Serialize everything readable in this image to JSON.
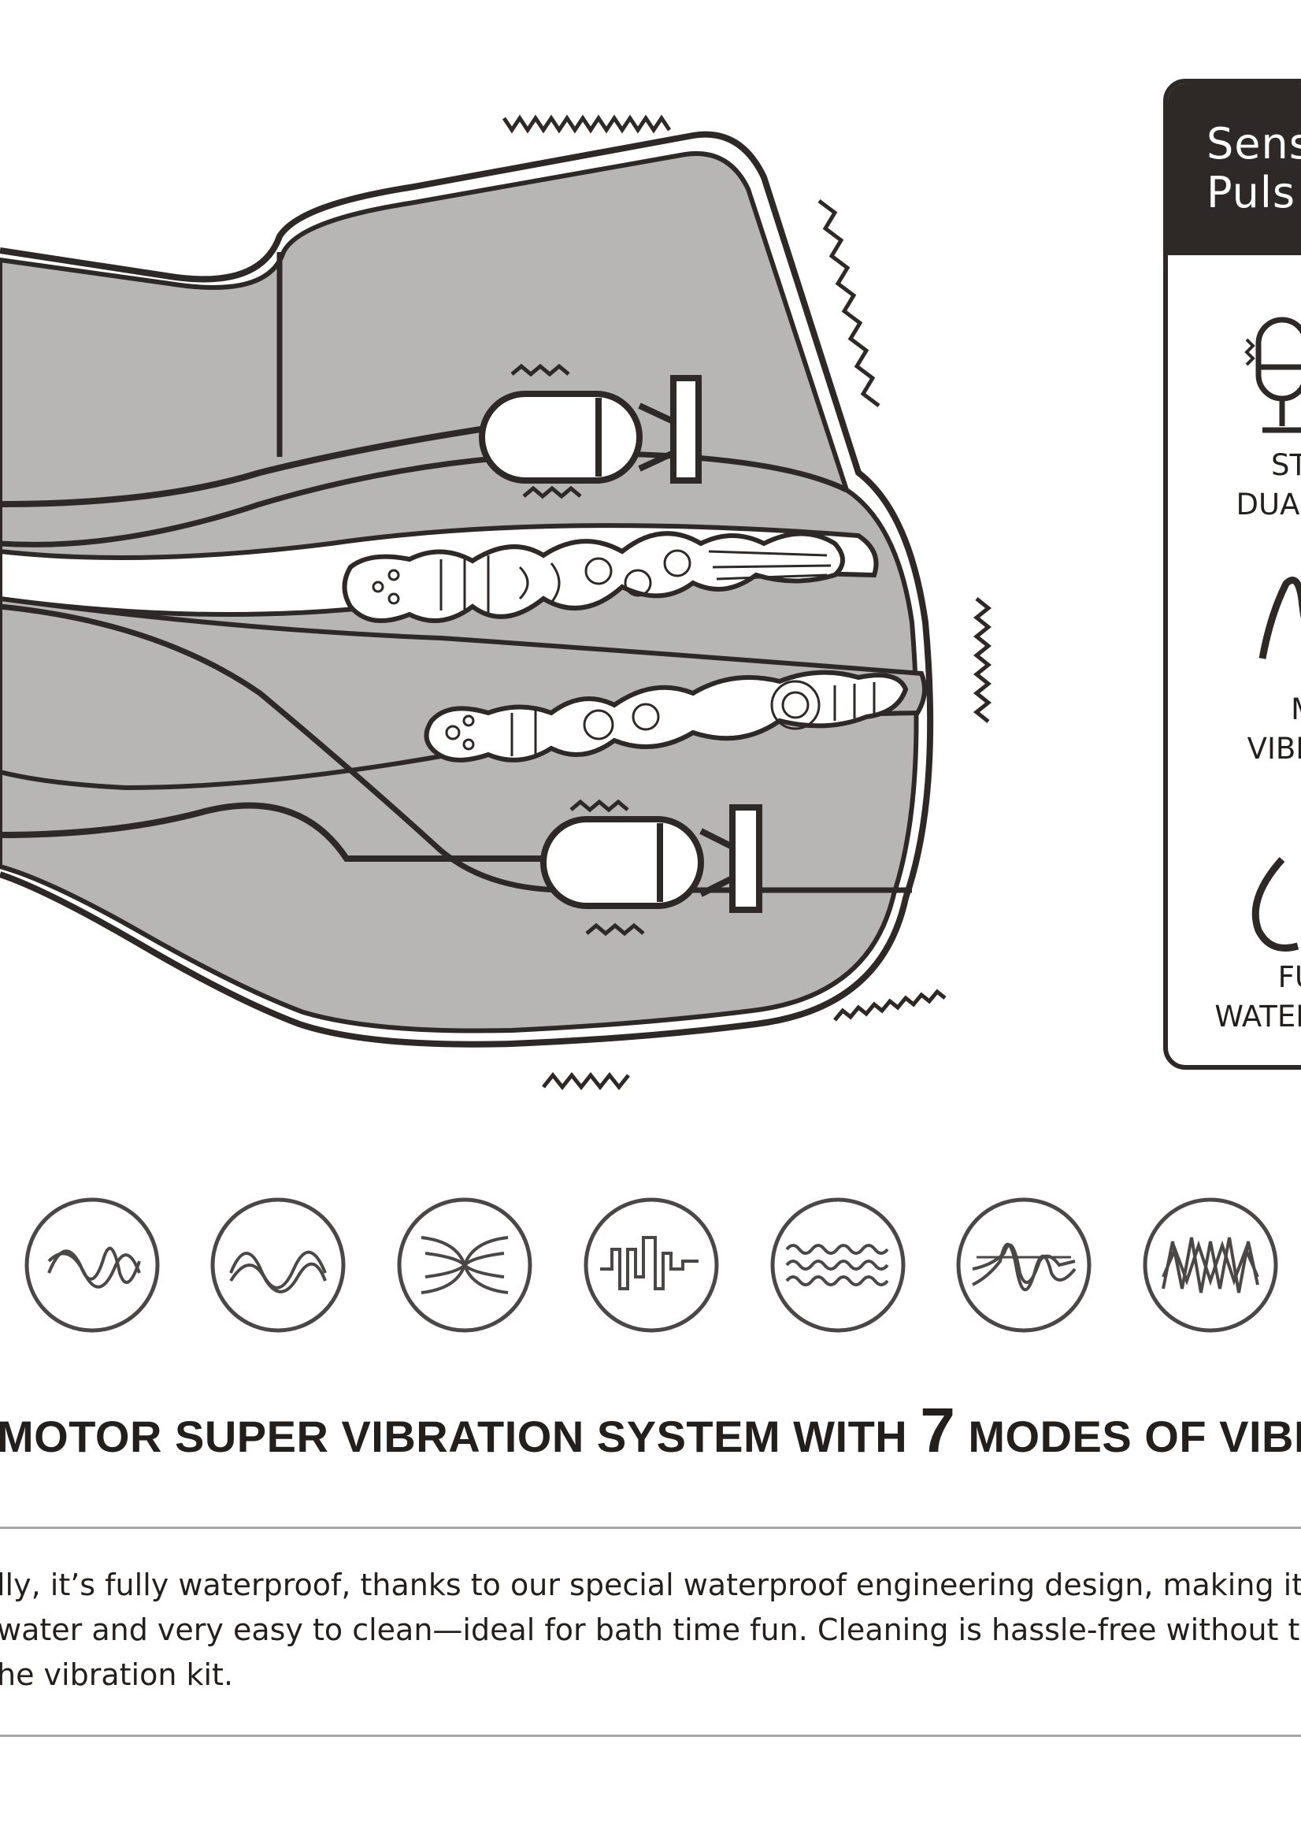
{
  "colors": {
    "ink": "#2e2826",
    "device_fill": "#b7b6b5",
    "text": "#231f1d",
    "rule": "#a7a7a7",
    "background": "#ffffff"
  },
  "panel": {
    "title_line1": "Sens",
    "title_line2": "Puls",
    "features": [
      {
        "icon": "microphone-bullet-icon",
        "line1": "STI",
        "line2": "DUAL"
      },
      {
        "icon": "wave-icon",
        "line1": "M",
        "line2": "VIBR"
      },
      {
        "icon": "water-drop-icon",
        "line1": "FU",
        "line2": "WATER"
      }
    ]
  },
  "modes": [
    {
      "icon": "mode-1-wave-icon"
    },
    {
      "icon": "mode-2-wave-icon"
    },
    {
      "icon": "mode-3-crossing-wave-icon"
    },
    {
      "icon": "mode-4-square-wave-icon"
    },
    {
      "icon": "mode-5-ripple-icon"
    },
    {
      "icon": "mode-6-burst-wave-icon"
    },
    {
      "icon": "mode-7-zigzag-icon"
    }
  ],
  "headline": {
    "before": "MOTOR SUPER VIBRATION SYSTEM WITH ",
    "number": "7",
    "after": " MODES OF VIBRA"
  },
  "description": {
    "line1": "lly, it’s fully waterproof, thanks to our special waterproof engineering design, making it",
    "line2": "water and very easy to clean—ideal for bath time fun. Cleaning is hassle-free without th",
    "line3": "he vibration kit."
  }
}
